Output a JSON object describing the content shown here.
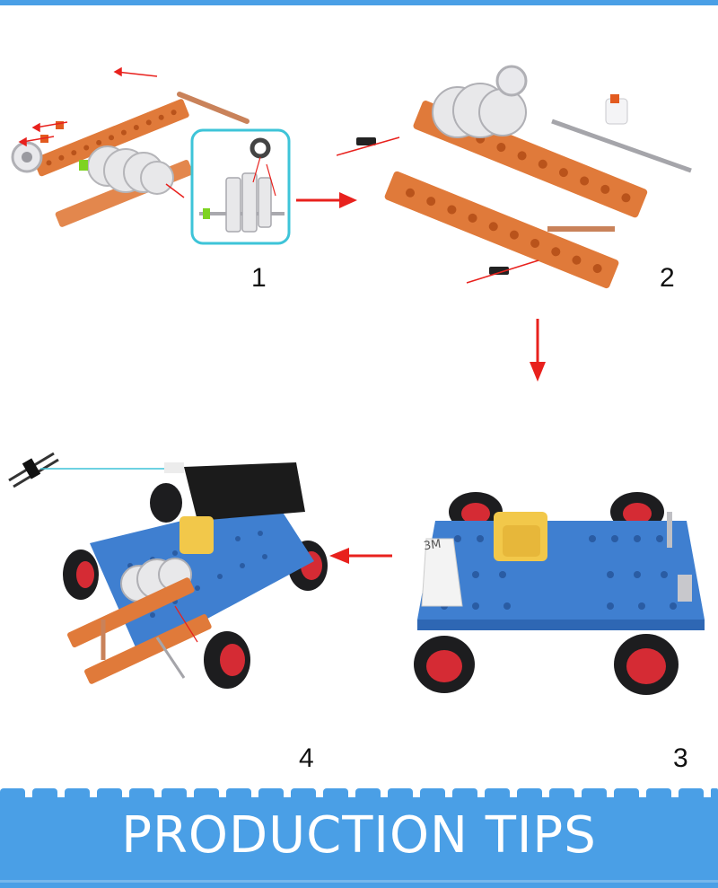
{
  "steps": [
    {
      "number": "1"
    },
    {
      "number": "2"
    },
    {
      "number": "3"
    },
    {
      "number": "4"
    }
  ],
  "banner": {
    "title": "PRODUCTION TIPS"
  },
  "decal": {
    "text": "3M"
  },
  "colors": {
    "accent_blue": "#4a9fe6",
    "frame_orange": "#e07a3a",
    "plate_blue": "#3f7fd0",
    "motor_yellow": "#f2c84a",
    "arrow_red": "#e8211d",
    "inset_border": "#3ec4d8"
  }
}
